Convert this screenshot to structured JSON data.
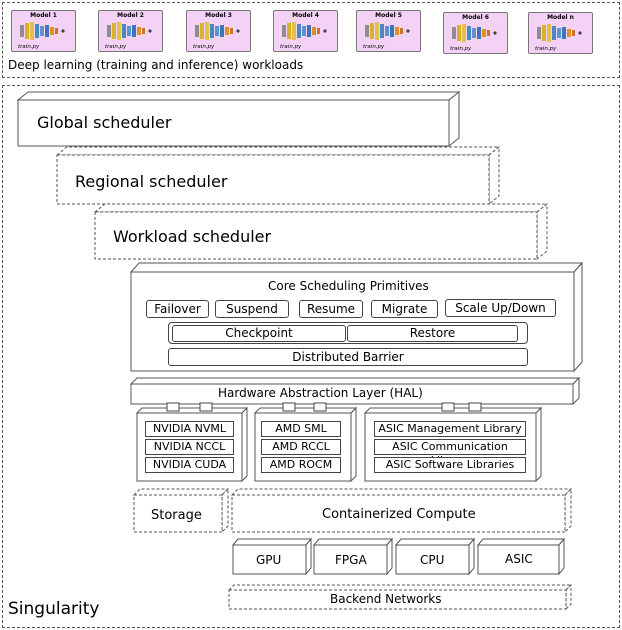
{
  "workloads": {
    "label": "Deep learning (training and inference) workloads",
    "models": [
      {
        "title": "Model 1",
        "script": "train.py"
      },
      {
        "title": "Model 2",
        "script": "train.py"
      },
      {
        "title": "Model 3",
        "script": "train.py"
      },
      {
        "title": "Model 4",
        "script": "train.py"
      },
      {
        "title": "Model 5",
        "script": "train.py"
      },
      {
        "title": "Model 6",
        "script": "train.py"
      },
      {
        "title": "Model n",
        "script": "train.py"
      }
    ]
  },
  "platform_label": "Singularity",
  "schedulers": {
    "global": "Global scheduler",
    "regional": "Regional scheduler",
    "workload": "Workload scheduler"
  },
  "primitives": {
    "title": "Core Scheduling Primitives",
    "row1": [
      "Failover",
      "Suspend",
      "Resume",
      "Migrate",
      "Scale Up/Down"
    ],
    "checkpoint": "Checkpoint",
    "restore": "Restore",
    "barrier": "Distributed Barrier"
  },
  "hal": "Hardware Abstraction Layer (HAL)",
  "nvidia": [
    "NVIDIA NVML",
    "NVIDIA NCCL",
    "NVIDIA CUDA"
  ],
  "amd": [
    "AMD SML",
    "AMD RCCL",
    "AMD ROCM"
  ],
  "asic": [
    "ASIC Management Library",
    "ASIC Communication Library",
    "ASIC Software Libraries"
  ],
  "storage": "Storage",
  "compute": "Containerized Compute",
  "hardware": [
    "GPU",
    "FPGA",
    "CPU",
    "ASIC"
  ],
  "network": "Backend Networks"
}
